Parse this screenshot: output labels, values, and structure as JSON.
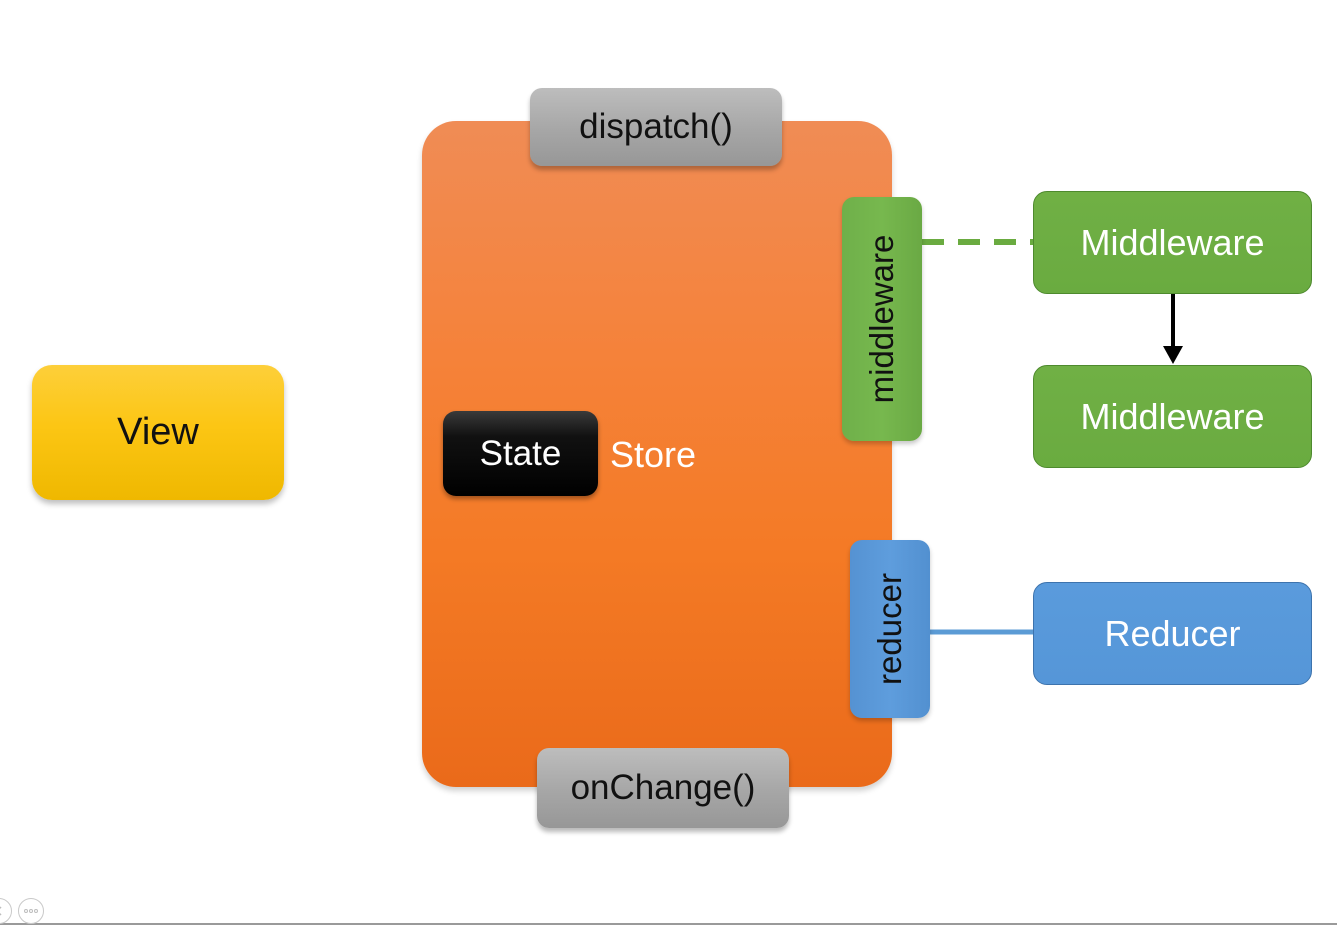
{
  "diagram": {
    "view": {
      "label": "View"
    },
    "store": {
      "label": "Store",
      "state_label": "State",
      "dispatch_label": "dispatch()",
      "onchange_label": "onChange()",
      "middleware_tab_label": "middleware",
      "reducer_tab_label": "reducer"
    },
    "middlewares": [
      {
        "label": "Middleware"
      },
      {
        "label": "Middleware"
      }
    ],
    "reducer": {
      "label": "Reducer"
    },
    "colors": {
      "store": "#f47a25",
      "view": "#fcc614",
      "middleware": "#6aab40",
      "reducer": "#5596d8",
      "state": "#000000",
      "method": "#a6a6a6"
    }
  },
  "player_controls": {
    "left_icon": "circle-arrow-icon",
    "more_icon": "ellipsis-icon"
  }
}
